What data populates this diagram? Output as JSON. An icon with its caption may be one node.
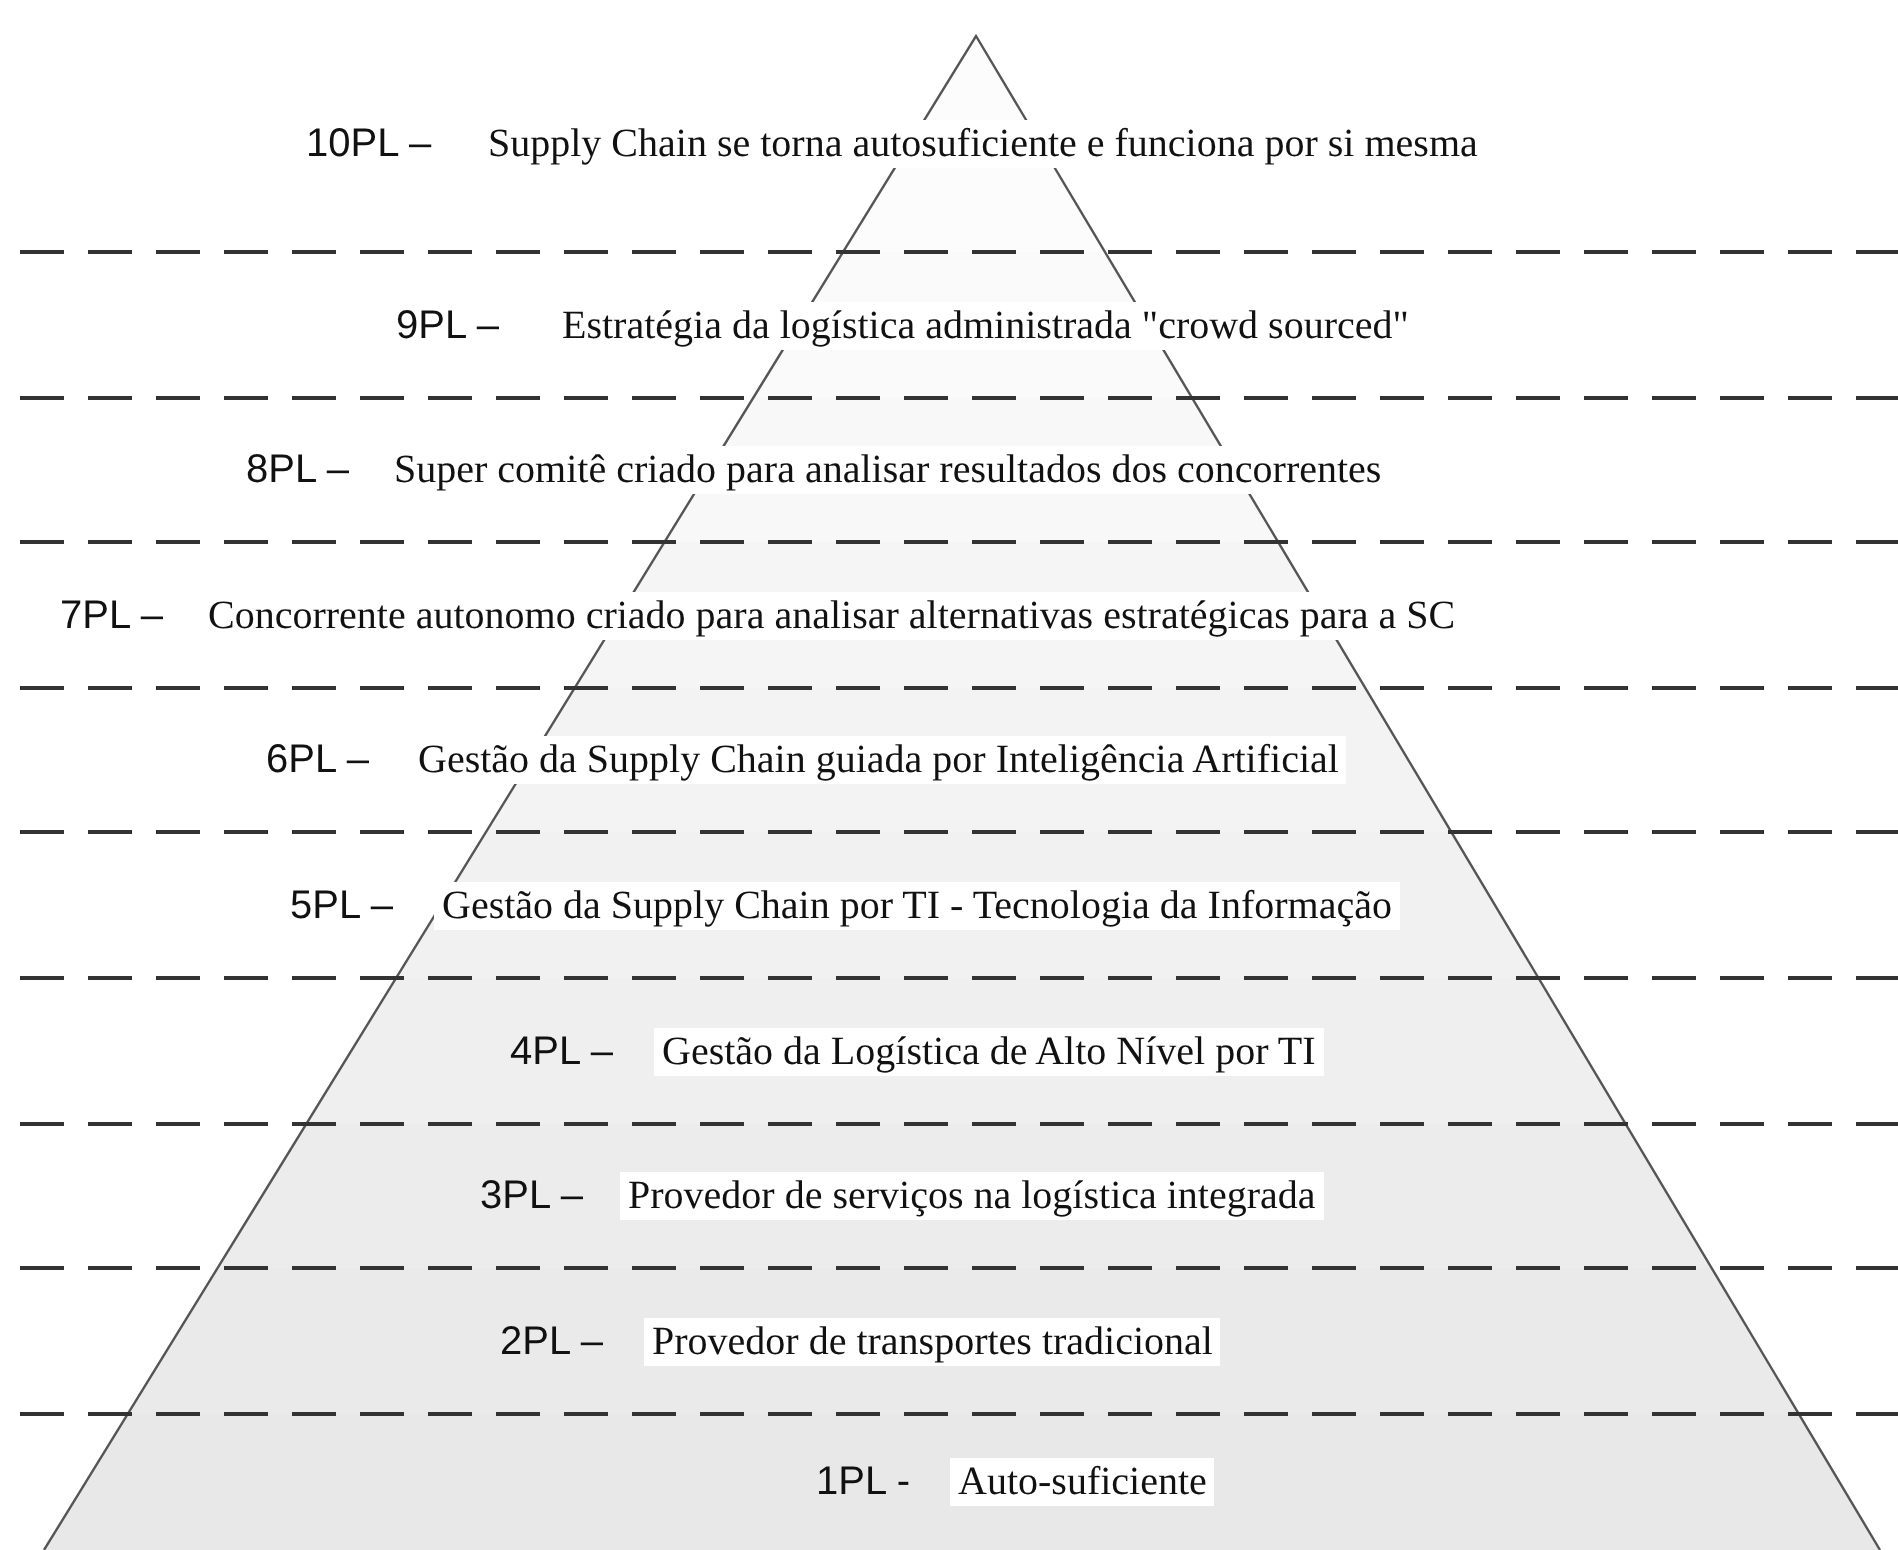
{
  "diagram": {
    "nodes": [
      {
        "text": [
          "10PL –",
          "Supply Chain se torna autosuficiente e funciona por si mesma"
        ]
      },
      {
        "text": [
          "9PL –",
          "Estratégia da logística administrada \"crowd sourced\""
        ]
      },
      {
        "text": [
          "8PL –",
          "Super comitê criado para analisar resultados dos concorrentes"
        ]
      },
      {
        "text": [
          "7PL –",
          "Concorrente autonomo criado para analisar alternativas estratégicas para a SC"
        ]
      },
      {
        "text": [
          "6PL –",
          "Gestão da Supply Chain guiada por Inteligência Artificial"
        ]
      },
      {
        "text": [
          "5PL –",
          "Gestão da Supply Chain  por TI - Tecnologia da Informação"
        ]
      },
      {
        "text": [
          "4PL –",
          "Gestão da Logística de Alto Nível por TI"
        ]
      },
      {
        "text": [
          "3PL –",
          "Provedor de serviços na logística integrada"
        ]
      },
      {
        "text": [
          "2PL –",
          "Provedor de transportes tradicional"
        ]
      },
      {
        "text": [
          "1PL -",
          "Auto-suficiente"
        ]
      }
    ]
  }
}
